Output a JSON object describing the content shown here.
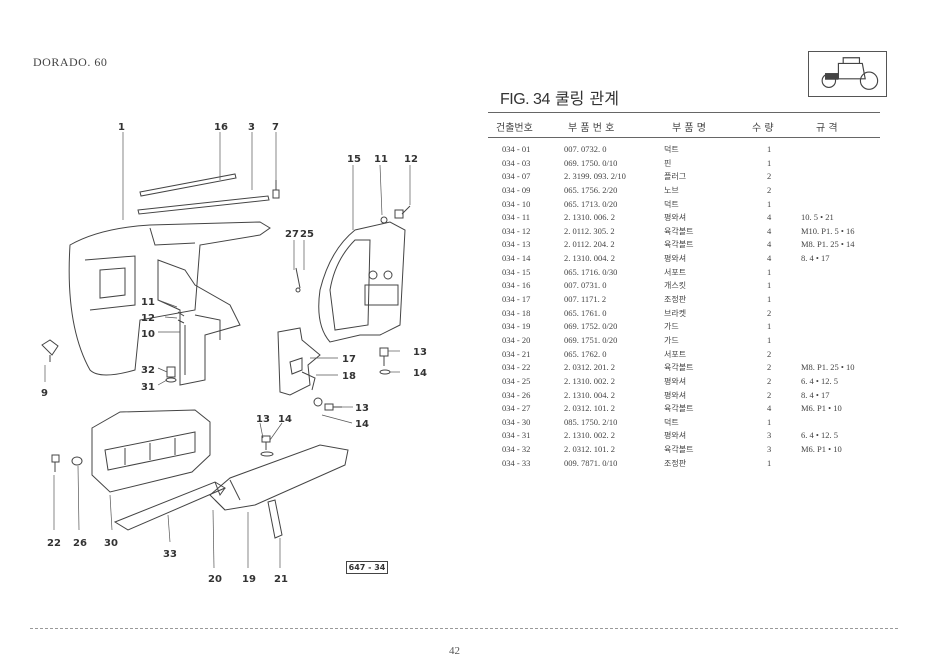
{
  "model": "DORADO. 60",
  "figure": {
    "number": "FIG. 34",
    "title": "쿨링 관계"
  },
  "table": {
    "headers": {
      "code": "건출번호",
      "part_no": "부 품 번 호",
      "name": "부 품 명",
      "qty": "수 량",
      "spec": "규 격"
    },
    "rows": [
      {
        "code": "034 - 01",
        "part_no": "007. 0732. 0",
        "name": "덕트",
        "qty": "1",
        "spec": ""
      },
      {
        "code": "034 - 03",
        "part_no": "069. 1750. 0/10",
        "name": "핀",
        "qty": "1",
        "spec": ""
      },
      {
        "code": "034 - 07",
        "part_no": "2. 3199. 093. 2/10",
        "name": "플러그",
        "qty": "2",
        "spec": ""
      },
      {
        "code": "034 - 09",
        "part_no": "065. 1756. 2/20",
        "name": "노브",
        "qty": "2",
        "spec": ""
      },
      {
        "code": "034 - 10",
        "part_no": "065. 1713. 0/20",
        "name": "덕트",
        "qty": "1",
        "spec": ""
      },
      {
        "code": "034 - 11",
        "part_no": "2. 1310. 006. 2",
        "name": "평와셔",
        "qty": "4",
        "spec": "10. 5 • 21"
      },
      {
        "code": "034 - 12",
        "part_no": "2. 0112. 305. 2",
        "name": "육각볼트",
        "qty": "4",
        "spec": "M10. P1. 5 • 16"
      },
      {
        "code": "034 - 13",
        "part_no": "2. 0112. 204. 2",
        "name": "육각볼트",
        "qty": "4",
        "spec": "M8. P1. 25 • 14"
      },
      {
        "code": "034 - 14",
        "part_no": "2. 1310. 004. 2",
        "name": "평와셔",
        "qty": "4",
        "spec": "8. 4 • 17"
      },
      {
        "code": "034 - 15",
        "part_no": "065. 1716. 0/30",
        "name": "서포트",
        "qty": "1",
        "spec": ""
      },
      {
        "code": "034 - 16",
        "part_no": "007. 0731. 0",
        "name": "개스킷",
        "qty": "1",
        "spec": ""
      },
      {
        "code": "034 - 17",
        "part_no": "007. 1171. 2",
        "name": "조정판",
        "qty": "1",
        "spec": ""
      },
      {
        "code": "034 - 18",
        "part_no": "065. 1761. 0",
        "name": "브라켓",
        "qty": "2",
        "spec": ""
      },
      {
        "code": "034 - 19",
        "part_no": "069. 1752. 0/20",
        "name": "가드",
        "qty": "1",
        "spec": ""
      },
      {
        "code": "034 - 20",
        "part_no": "069. 1751. 0/20",
        "name": "가드",
        "qty": "1",
        "spec": ""
      },
      {
        "code": "034 - 21",
        "part_no": "065. 1762. 0",
        "name": "서포트",
        "qty": "2",
        "spec": ""
      },
      {
        "code": "034 - 22",
        "part_no": "2. 0312. 201. 2",
        "name": "육각볼트",
        "qty": "2",
        "spec": "M8. P1. 25 • 10"
      },
      {
        "code": "034 - 25",
        "part_no": "2. 1310. 002. 2",
        "name": "평와셔",
        "qty": "2",
        "spec": "6. 4 • 12. 5"
      },
      {
        "code": "034 - 26",
        "part_no": "2. 1310. 004. 2",
        "name": "평와셔",
        "qty": "2",
        "spec": "8. 4 • 17"
      },
      {
        "code": "034 - 27",
        "part_no": "2. 0312. 101. 2",
        "name": "육각볼트",
        "qty": "4",
        "spec": "M6. P1 • 10"
      },
      {
        "code": "034 - 30",
        "part_no": "085. 1750. 2/10",
        "name": "덕트",
        "qty": "1",
        "spec": ""
      },
      {
        "code": "034 - 31",
        "part_no": "2. 1310. 002. 2",
        "name": "평와셔",
        "qty": "3",
        "spec": "6. 4 • 12. 5"
      },
      {
        "code": "034 - 32",
        "part_no": "2. 0312. 101. 2",
        "name": "육각볼트",
        "qty": "3",
        "spec": "M6. P1 • 10"
      },
      {
        "code": "034 - 33",
        "part_no": "009. 7871. 0/10",
        "name": "조정판",
        "qty": "1",
        "spec": ""
      }
    ]
  },
  "drawing": {
    "callouts": {
      "c1": "1",
      "c16": "16",
      "c3": "3",
      "c7": "7",
      "c15": "15",
      "c11a": "11",
      "c12a": "12",
      "c27": "27",
      "c25": "25",
      "c11b": "11",
      "c12b": "12",
      "c10": "10",
      "c32": "32",
      "c31": "31",
      "c9": "9",
      "c17": "17",
      "c18": "18",
      "c13a": "13",
      "c14a": "14",
      "c13b": "13",
      "c14b": "14",
      "c13c": "13",
      "c14c": "14",
      "c22": "22",
      "c26": "26",
      "c30": "30",
      "c33": "33",
      "c20": "20",
      "c19": "19",
      "c21": "21"
    },
    "reference": "647 - 34"
  },
  "page_number": "42"
}
